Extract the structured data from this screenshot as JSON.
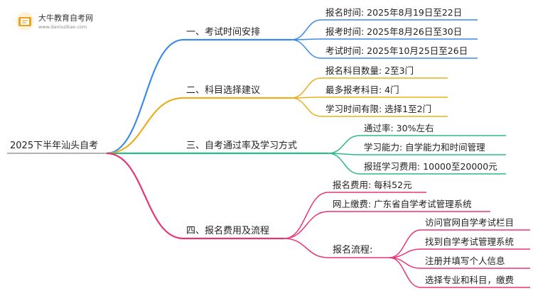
{
  "brand": {
    "name": "大牛教育自考网",
    "url": "www.daniuzikao.com"
  },
  "root": {
    "label": "2025下半年汕头自考"
  },
  "colors": {
    "branch1": "#3d8be8",
    "branch2": "#e8b020",
    "branch3": "#2fb88a",
    "branch4": "#e8357a",
    "logo": "#f0a020"
  },
  "branches": [
    {
      "label": "一、考试时间安排",
      "leaves": [
        "报名时间: 2025年8月19日至22日",
        "报考时间: 2025年8月26日至30日",
        "考试时间: 2025年10月25日至26日"
      ]
    },
    {
      "label": "二、科目选择建议",
      "leaves": [
        "报名科目数量: 2至3门",
        "最多报考科目: 4门",
        "学习时间有限: 选择1至2门"
      ]
    },
    {
      "label": "三、自考通过率及学习方式",
      "leaves": [
        "通过率: 30%左右",
        "学习能力: 自学能力和时间管理",
        "报班学习费用: 10000至20000元"
      ]
    },
    {
      "label": "四、报名费用及流程",
      "leaves": [
        "报名费用: 每科52元",
        "网上缴费: 广东省自学考试管理系统"
      ],
      "sub": {
        "label": "报名流程:",
        "leaves": [
          "访问官网自学考试栏目",
          "找到自学考试管理系统",
          "注册并填写个人信息",
          "选择专业和科目，缴费"
        ]
      }
    }
  ]
}
